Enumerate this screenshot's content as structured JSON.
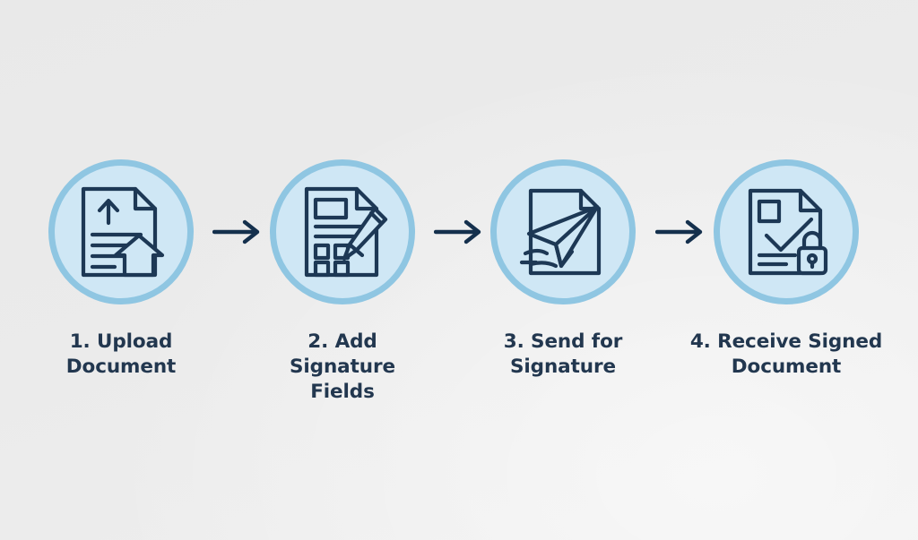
{
  "graphic": {
    "title": "E-signature workflow process flow",
    "type": "horizontal-step-flow",
    "step_count": 4,
    "background_color": "#eaeaea",
    "circle_fill_color": "#cfe7f5",
    "circle_ring_color": "#8fc6e2",
    "icon_stroke_color": "#1d3855",
    "text_color": "#22374f",
    "arrow_color": "#14304d"
  },
  "steps": [
    {
      "id": "step-1",
      "number": "1",
      "icon_name": "upload-document-icon",
      "caption_lines": [
        "1. Upload",
        "Document"
      ]
    },
    {
      "id": "step-2",
      "number": "2",
      "icon_name": "add-signature-fields-icon",
      "caption_lines": [
        "2. Add",
        "Signature",
        "Fields"
      ]
    },
    {
      "id": "step-3",
      "number": "3",
      "icon_name": "send-for-signature-icon",
      "caption_lines": [
        "3. Send for",
        "Signature"
      ]
    },
    {
      "id": "step-4",
      "number": "4",
      "icon_name": "receive-signed-document-icon",
      "caption_lines": [
        "4. Receive Signed",
        "Document"
      ]
    }
  ],
  "connectors": [
    {
      "id": "arrow-1",
      "icon_name": "arrow-right-icon",
      "from": "step-1",
      "to": "step-2"
    },
    {
      "id": "arrow-2",
      "icon_name": "arrow-right-icon",
      "from": "step-2",
      "to": "step-3"
    },
    {
      "id": "arrow-3",
      "icon_name": "arrow-right-icon",
      "from": "step-3",
      "to": "step-4"
    }
  ]
}
